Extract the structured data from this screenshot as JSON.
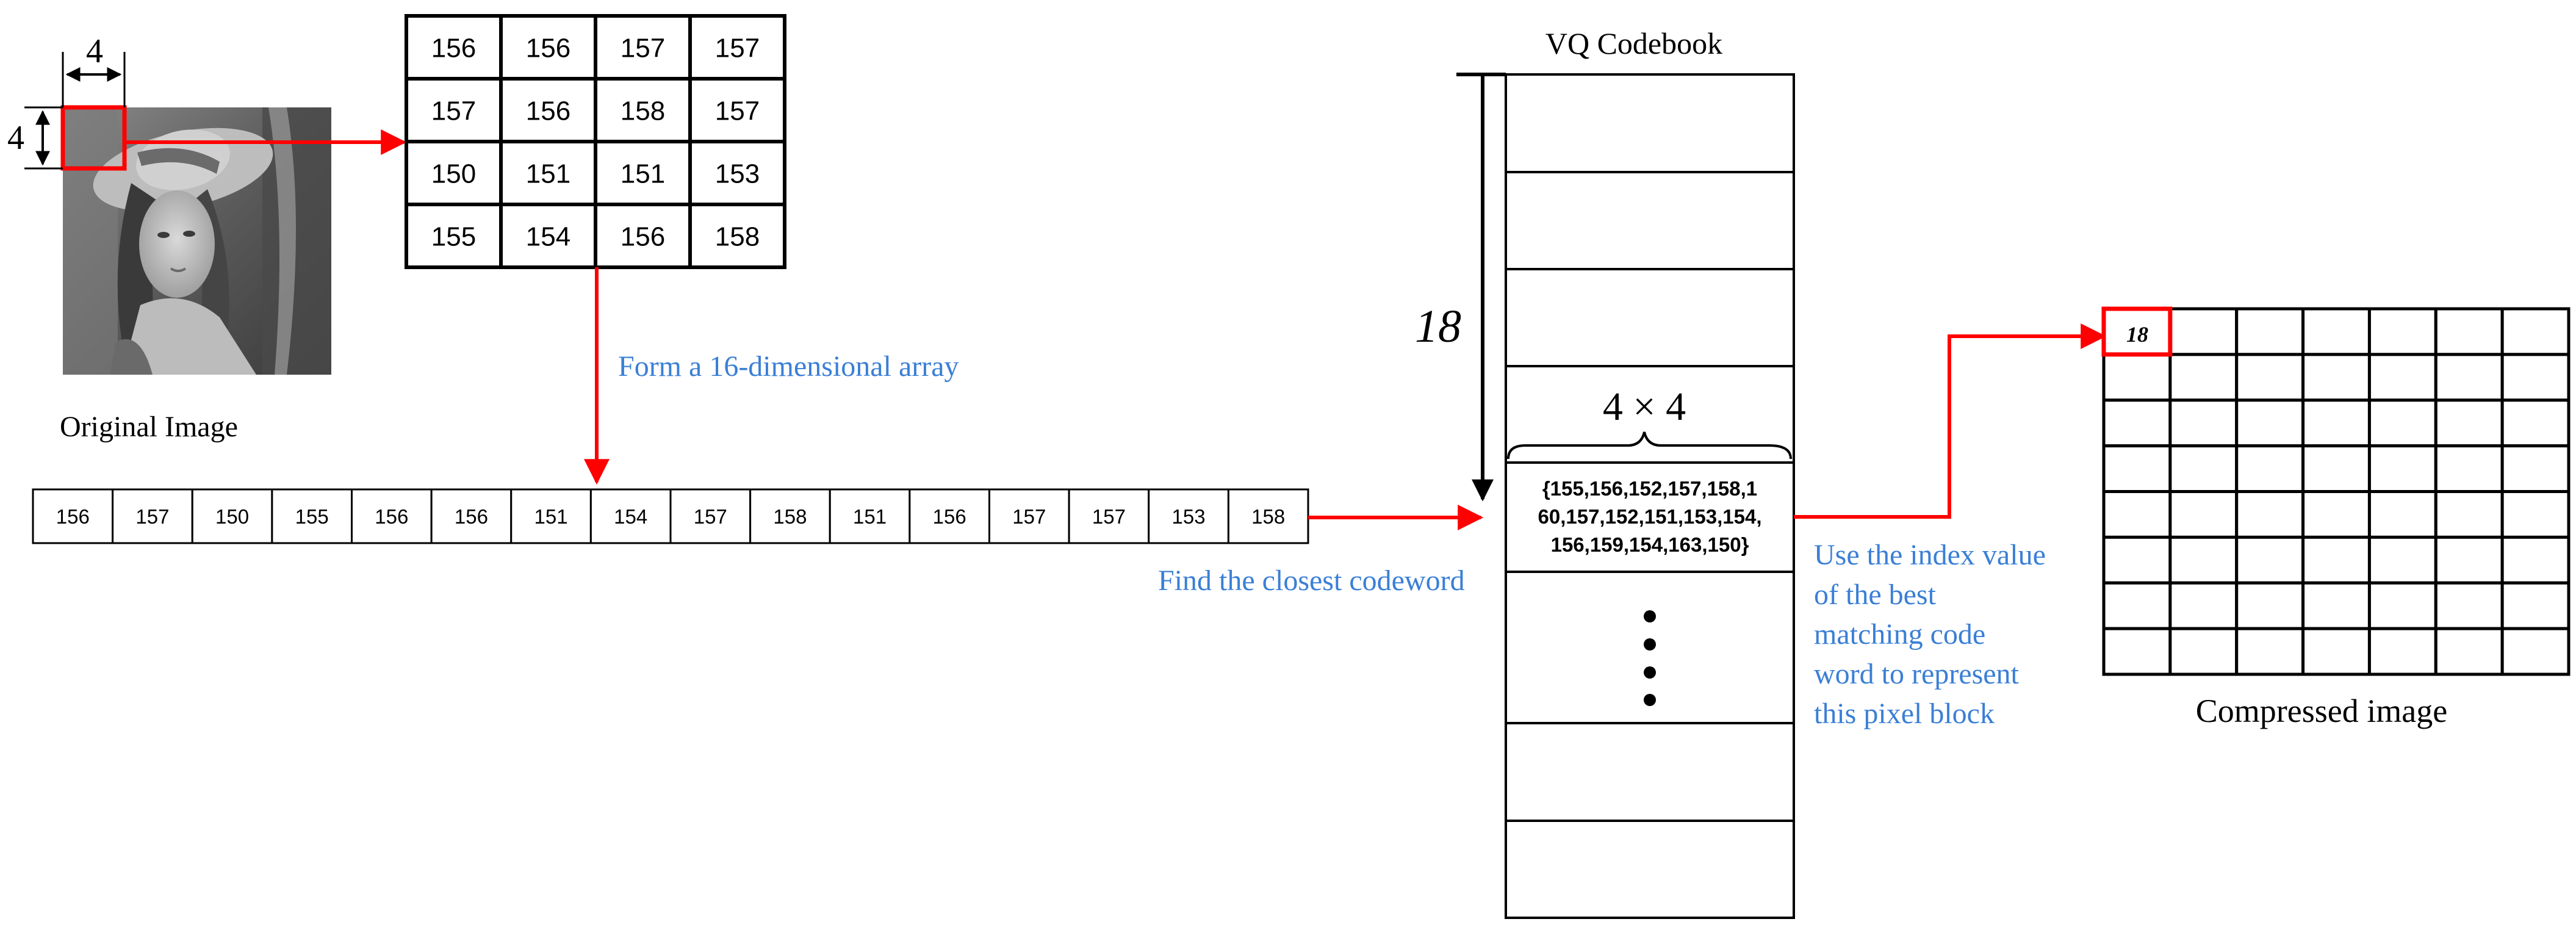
{
  "colors": {
    "accent_red": "#ff0000",
    "label_blue": "#3a7fd6",
    "ink": "#000000"
  },
  "original_image": {
    "caption": "Original Image",
    "block_width_label": "4",
    "block_height_label": "4",
    "picture": "grayscale-portrait-photo"
  },
  "pixel_block": {
    "rows": [
      [
        "156",
        "156",
        "157",
        "157"
      ],
      [
        "157",
        "156",
        "158",
        "157"
      ],
      [
        "150",
        "151",
        "151",
        "153"
      ],
      [
        "155",
        "154",
        "156",
        "158"
      ]
    ]
  },
  "vector": {
    "values": [
      "156",
      "157",
      "150",
      "155",
      "156",
      "156",
      "151",
      "154",
      "157",
      "158",
      "151",
      "156",
      "157",
      "157",
      "153",
      "158"
    ]
  },
  "labels": {
    "form_array": "Form a 16-dimensional array",
    "find_closest": "Find the closest codeword",
    "use_index": [
      "Use the index value",
      "of the best",
      "matching code",
      "word to represent",
      "this pixel block"
    ]
  },
  "codebook": {
    "title": "VQ Codebook",
    "index_label": "18",
    "block_size_label": "4 × 4",
    "codeword_lines": [
      "{155,156,152,157,158,1",
      "60,157,152,151,153,154,",
      "156,159,154,163,150}"
    ],
    "ellipsis_icon": "vertical-ellipsis-icon"
  },
  "compressed": {
    "caption": "Compressed image",
    "first_index": "18",
    "grid_rows": 8,
    "grid_cols": 7
  }
}
